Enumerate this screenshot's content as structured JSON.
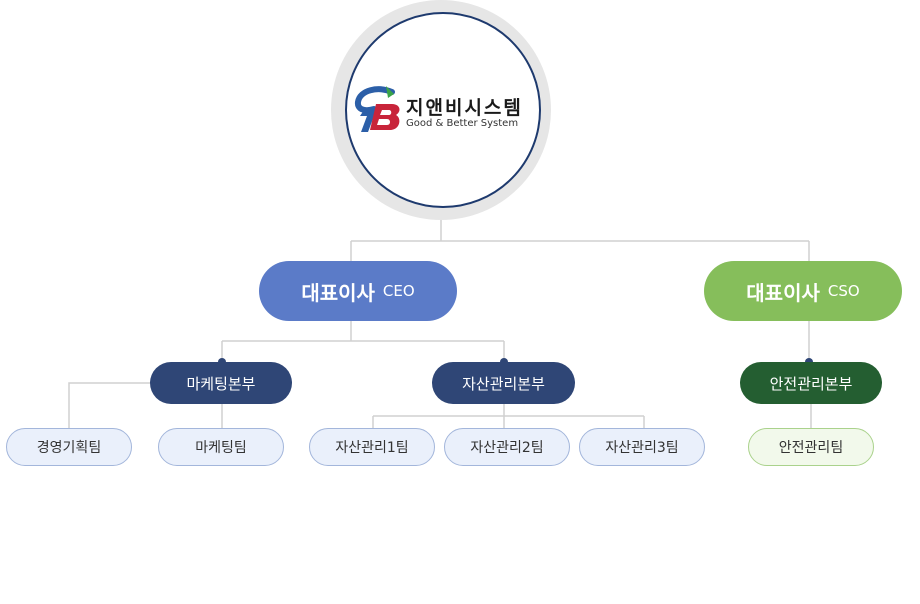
{
  "logo": {
    "name": "지앤비시스템",
    "tagline": "Good & Better System",
    "colors": {
      "blue": "#2c5fa8",
      "red": "#c8243a",
      "green": "#3aa447"
    }
  },
  "executives": [
    {
      "title": "대표이사",
      "abbr": "CEO",
      "color": "#5b7bc8"
    },
    {
      "title": "대표이사",
      "abbr": "CSO",
      "color": "#86be5b"
    }
  ],
  "divisions": [
    {
      "name": "마케팅본부",
      "color": "#2f4676"
    },
    {
      "name": "자산관리본부",
      "color": "#2f4676"
    },
    {
      "name": "안전관리본부",
      "color": "#245e31"
    }
  ],
  "teams": [
    {
      "name": "경영기획팀",
      "style": "blue"
    },
    {
      "name": "마케팅팀",
      "style": "blue"
    },
    {
      "name": "자산관리1팀",
      "style": "blue"
    },
    {
      "name": "자산관리2팀",
      "style": "blue"
    },
    {
      "name": "자산관리3팀",
      "style": "blue"
    },
    {
      "name": "안전관리팀",
      "style": "green"
    }
  ],
  "colors": {
    "connector": "#d0d0d0",
    "dot": "#2f4676"
  }
}
